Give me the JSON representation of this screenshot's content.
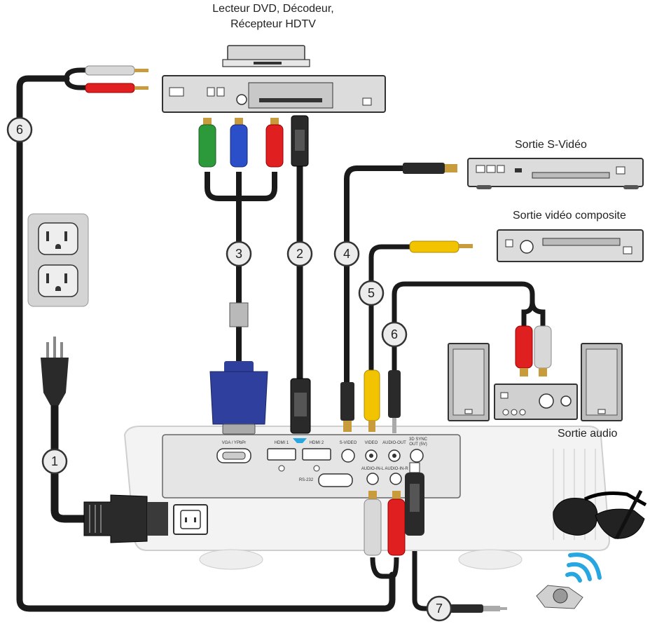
{
  "labels": {
    "dvd_line1": "Lecteur DVD, Décodeur,",
    "dvd_line2": "Récepteur HDTV",
    "svideo_source": "Sortie S-Vidéo",
    "composite_source": "Sortie vidéo composite",
    "audio_out": "Sortie audio"
  },
  "ports": {
    "vga": "VGA / YPbPr",
    "hdmi1": "HDMI 1",
    "hdmi2": "HDMI 2",
    "svideo": "S-VIDEO",
    "video": "VIDEO",
    "audio_out": "AUDIO-OUT",
    "sync_line1": "3D SYNC",
    "sync_line2": "OUT (5V)",
    "rs232": "RS-232",
    "audio_in_l": "AUDIO-IN-L",
    "audio_in_r": "AUDIO-IN-R"
  },
  "cable_numbers": {
    "c1": "1",
    "c2": "2",
    "c3": "3",
    "c4": "4",
    "c5": "5",
    "c6_left": "6",
    "c6_right": "6",
    "c7": "7"
  },
  "colors": {
    "cable": "#1a1a1a",
    "rca_red": "#e02020",
    "rca_white": "#d8d8d8",
    "rca_yellow": "#f2c300",
    "rca_green": "#2c9a3a",
    "rca_blue": "#2a4fc8",
    "vga_blue": "#2e3f9e",
    "device_gray": "#cfcfcf",
    "wifi_blue": "#27a6e0"
  }
}
